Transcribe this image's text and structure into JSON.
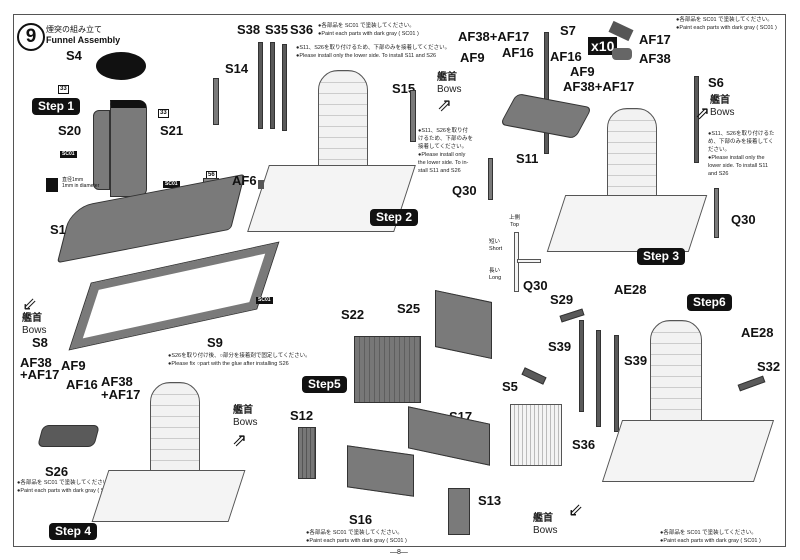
{
  "header": {
    "step_number": "9",
    "title_jp": "煙突の組み立て",
    "title_en": "Funnel Assembly"
  },
  "paint_code": "SC01",
  "decal_33": "33",
  "decal_56": "56",
  "steps": [
    "Step 1",
    "Step 2",
    "Step 3",
    "Step 4",
    "Step5",
    "Step6"
  ],
  "multiplier": "x10",
  "bows": {
    "jp": "艦首",
    "en": "Bows"
  },
  "drill": {
    "jp": "直径1mm",
    "en": "1mm in diameter"
  },
  "q30_guide": {
    "top_jp": "上側",
    "top_en": "Top",
    "short_jp": "短い",
    "short_en": "Short",
    "long_jp": "長い",
    "long_en": "Long"
  },
  "notes": {
    "paint_jp": "●各部品を SC01 で塗装してください。",
    "paint_en": "●Paint each parts with dark gray ( SC01 )",
    "lower_jp": "●S11、S26を取り付けるため、下部のみを接着してください。",
    "lower_en": "●Please install only the lower side. To install S11 and S26",
    "lower_jp_a": "●S11、S26を取り付",
    "lower_jp_b": "けるため、下部のみを",
    "lower_jp_c": "接着してください。",
    "lower_en_a": "●Please install only",
    "lower_en_b": "the lower side. To in-",
    "lower_en_c": "stall S11 and S26",
    "s3_jp_a": "●S11、S26を取り付けるた",
    "s3_jp_b": "め、下部のみを接着してく",
    "s3_jp_c": "ださい。",
    "s3_en_a": "●Please install only the",
    "s3_en_b": "lower side. To install S11",
    "s3_en_c": "and S26",
    "glue_jp": "●S26を取り付け後、○部分を接着剤で固定してください。",
    "glue_en": "●Please fix ○part with the glue after installing S26"
  },
  "labels": {
    "s4": "S4",
    "s20": "S20",
    "s21": "S21",
    "s1": "S1",
    "s8": "S8",
    "s9": "S9",
    "s38": "S38",
    "s35": "S35",
    "s36": "S36",
    "s14": "S14",
    "s15": "S15",
    "af6": "AF6",
    "af38_af17": "AF38+AF17",
    "af9": "AF9",
    "af16": "AF16",
    "s7": "S7",
    "af17": "AF17",
    "af38": "AF38",
    "s11": "S11",
    "s6": "S6",
    "q30": "Q30",
    "af17_plus": "+AF17",
    "s26": "S26",
    "s22": "S22",
    "s25": "S25",
    "s12": "S12",
    "s17": "S17",
    "s16": "S16",
    "s13": "S13",
    "s29": "S29",
    "ae28": "AE28",
    "s39": "S39",
    "s5": "S5",
    "s32": "S32"
  },
  "page_number": "—8—"
}
